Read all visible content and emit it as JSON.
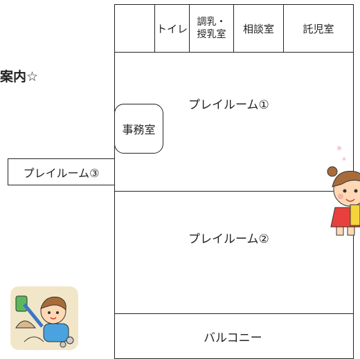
{
  "heading": {
    "text": "案内",
    "star": "☆"
  },
  "top_row": {
    "toilet": "トイレ",
    "nursing_line1": "調乳・",
    "nursing_line2": "授乳室",
    "consult": "相談室",
    "childcare": "託児室"
  },
  "rooms": {
    "play1": "プレイルーム①",
    "play2": "プレイルーム②",
    "play3": "プレイルーム③",
    "office": "事務室",
    "balcony": "バルコニー"
  },
  "colors": {
    "line": "#222222",
    "background": "#ffffff",
    "child_shirt": "#f26b3a",
    "child_hair": "#a86c3a",
    "girl_dress": "#e8413d",
    "sand": "#f2e6c9",
    "sparkle": "#f4a6b8"
  },
  "illustrations": {
    "left": "child-playing-sandbox-icon",
    "right": "children-playing-icon"
  }
}
